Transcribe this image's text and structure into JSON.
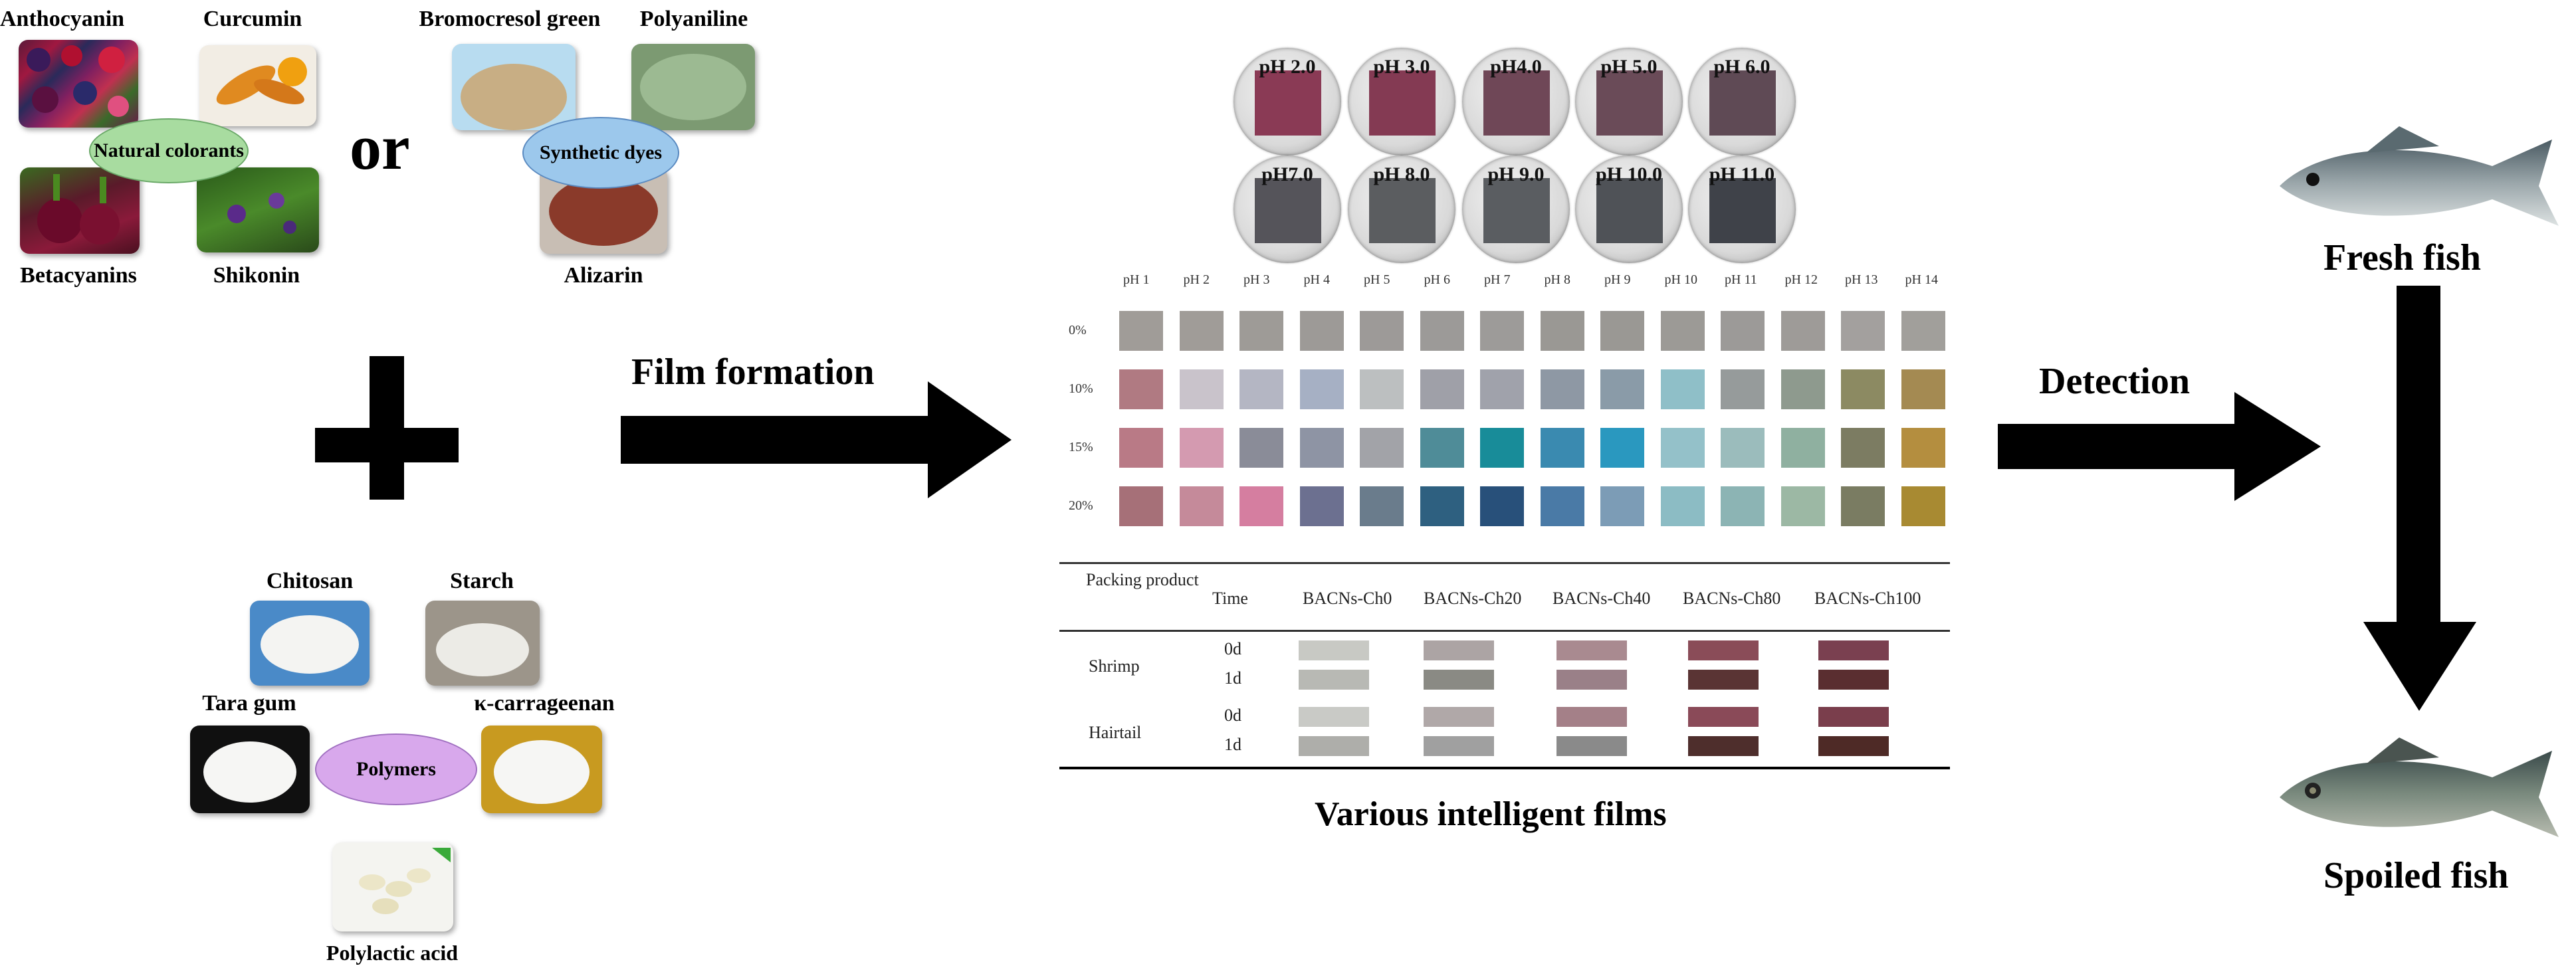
{
  "colorants": {
    "natural": {
      "oval_label": "Natural colorants",
      "items": [
        "Anthocyanin",
        "Curcumin",
        "Betacyanins",
        "Shikonin"
      ]
    },
    "or_word": "or",
    "synthetic": {
      "oval_label": "Synthetic dyes",
      "items": [
        "Bromocresol green",
        "Polyaniline",
        "Alizarin"
      ]
    }
  },
  "plus_sign": "+",
  "polymers": {
    "oval_label": "Polymers",
    "items": [
      "Chitosan",
      "Starch",
      "Tara gum",
      "κ-carrageenan",
      "Polylactic acid"
    ]
  },
  "arrow_film_formation": "Film formation",
  "arrow_detection": "Detection",
  "petri_dishes": {
    "row1": [
      {
        "label": "pH 2.0",
        "color": "#8a3a55"
      },
      {
        "label": "pH 3.0",
        "color": "#843a53"
      },
      {
        "label": "pH4.0",
        "color": "#6f4757"
      },
      {
        "label": "pH 5.0",
        "color": "#6a4b58"
      },
      {
        "label": "pH 6.0",
        "color": "#5f4a55"
      }
    ],
    "row2": [
      {
        "label": "pH7.0",
        "color": "#55545a"
      },
      {
        "label": "pH 8.0",
        "color": "#5b5d60"
      },
      {
        "label": "pH 9.0",
        "color": "#5a5d61"
      },
      {
        "label": "pH 10.0",
        "color": "#4f5257"
      },
      {
        "label": "pH 11.0",
        "color": "#3f4249"
      }
    ]
  },
  "ph_grid": {
    "columns": [
      "pH 1",
      "pH 2",
      "pH 3",
      "pH 4",
      "pH 5",
      "pH 6",
      "pH 7",
      "pH 8",
      "pH 9",
      "pH 10",
      "pH 11",
      "pH 12",
      "pH 13",
      "pH 14"
    ],
    "rows": [
      {
        "label": "0%",
        "colors": [
          "#a09c98",
          "#a09c98",
          "#9e9b97",
          "#9d9a97",
          "#9d9a98",
          "#9c9a98",
          "#9d9b99",
          "#9a9894",
          "#9a9894",
          "#9c9a96",
          "#9c9a98",
          "#9e9b98",
          "#a3a09e",
          "#a19f9b"
        ]
      },
      {
        "label": "10%",
        "colors": [
          "#b07a82",
          "#c9c3cb",
          "#b4b6c3",
          "#a6b0c4",
          "#bcbfc0",
          "#9fa0a8",
          "#a0a2ab",
          "#8e98a4",
          "#8a9ba8",
          "#8fbfc8",
          "#969b9b",
          "#8e9a8e",
          "#8c8a62",
          "#a48a52"
        ]
      },
      {
        "label": "15%",
        "colors": [
          "#b97a86",
          "#d49ab0",
          "#8a8c98",
          "#8e94a4",
          "#a2a3a8",
          "#4f8c98",
          "#188c99",
          "#3a8ab0",
          "#2a98bf",
          "#94c1c9",
          "#9bbcbc",
          "#8fb0a0",
          "#7c7c62",
          "#b48e3f"
        ]
      },
      {
        "label": "20%",
        "colors": [
          "#a67078",
          "#c58a9a",
          "#d57ea0",
          "#6c7090",
          "#6a7c8c",
          "#2e6080",
          "#28507a",
          "#4a7aa6",
          "#7c9cb6",
          "#8cbcc4",
          "#8cb4b4",
          "#9cb8a4",
          "#7a7c62",
          "#a88a32"
        ]
      }
    ]
  },
  "packing_table": {
    "headers": [
      "Packing product",
      "Time",
      "BACNs-Ch0",
      "BACNs-Ch20",
      "BACNs-Ch40",
      "BACNs-Ch80",
      "BACNs-Ch100"
    ],
    "products": [
      {
        "name": "Shrimp",
        "rows": [
          {
            "time": "0d",
            "colors": [
              "#c8c9c4",
              "#aca4a4",
              "#a98a90",
              "#8a4c58",
              "#7a4050"
            ]
          },
          {
            "time": "1d",
            "colors": [
              "#b8b9b4",
              "#8a8a84",
              "#9a8088",
              "#5a3434",
              "#5a2e30"
            ]
          }
        ]
      },
      {
        "name": "Hairtail",
        "rows": [
          {
            "time": "0d",
            "colors": [
              "#c9cac6",
              "#b0a8a8",
              "#a48088",
              "#8a4a58",
              "#7a3e4c"
            ]
          },
          {
            "time": "1d",
            "colors": [
              "#aeaeaa",
              "#a0a0a0",
              "#8a8a8a",
              "#4e2e2c",
              "#4e2a26"
            ]
          }
        ]
      }
    ]
  },
  "films_caption": "Various intelligent films",
  "fish": {
    "fresh": "Fresh fish",
    "spoiled": "Spoiled fish"
  },
  "colors": {
    "natural_oval": "#a8dca0",
    "synthetic_oval": "#9cc8ec",
    "polymer_oval": "#d8a8ec",
    "arrow": "#000000"
  }
}
